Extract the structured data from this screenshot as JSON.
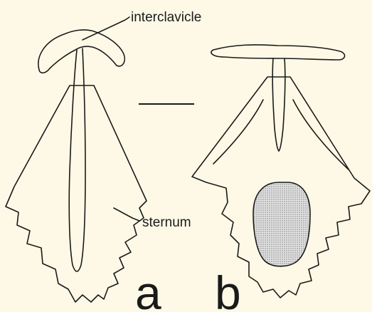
{
  "labels": {
    "interclavicle": "interclavicle",
    "sternum": "sternum"
  },
  "panels": {
    "a": "a",
    "b": "b"
  },
  "colors": {
    "background": "#fdf9e6",
    "ink": "#1a1a1a",
    "stipple": "#bdbdbd"
  }
}
